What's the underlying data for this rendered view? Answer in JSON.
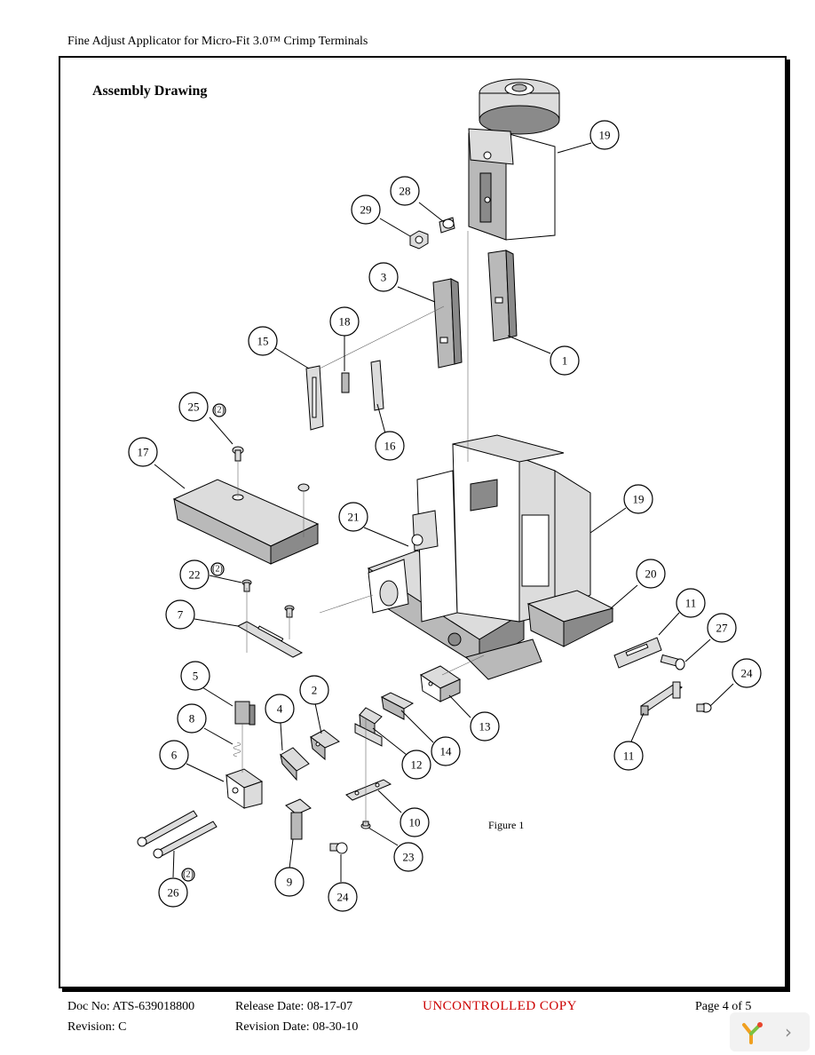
{
  "header": {
    "title": "Fine Adjust Applicator for Micro-Fit 3.0™ Crimp Terminals"
  },
  "section": {
    "title": "Assembly Drawing"
  },
  "figure": {
    "caption": "Figure 1"
  },
  "callouts": {
    "c19a": "19",
    "c28": "28",
    "c29": "29",
    "c3": "3",
    "c18": "18",
    "c15": "15",
    "c1": "1",
    "c25": "25",
    "c25q": "(2)",
    "c16": "16",
    "c17": "17",
    "c21": "21",
    "c19b": "19",
    "c22": "22",
    "c22q": "(2)",
    "c20": "20",
    "c7": "7",
    "c11a": "11",
    "c27": "27",
    "c5": "5",
    "c2": "2",
    "c24a": "24",
    "c8": "8",
    "c4": "4",
    "c13": "13",
    "c14": "14",
    "c6": "6",
    "c12": "12",
    "c11b": "11",
    "c10": "10",
    "c23": "23",
    "c26q": "(2)",
    "c9": "9",
    "c26": "26",
    "c24b": "24"
  },
  "footer": {
    "doc_no": "Doc No: ATS-639018800",
    "revision": "Revision: C",
    "release_date": "Release Date: 08-17-07",
    "revision_date": "Revision Date: 08-30-10",
    "uncontrolled": "UNCONTROLLED COPY",
    "page": "Page 4 of 5"
  },
  "nav": {
    "next_icon": "chevron-right-icon",
    "logo_icon": "viewer-logo-icon"
  }
}
